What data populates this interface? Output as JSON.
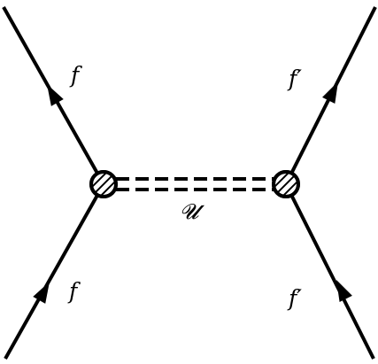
{
  "labels": {
    "top_left": "f",
    "bottom_left": "f",
    "top_right": "f′",
    "bottom_right": "f′",
    "propagator": "𝓤"
  },
  "colors": {
    "line": "#000000",
    "background": "#ffffff"
  }
}
